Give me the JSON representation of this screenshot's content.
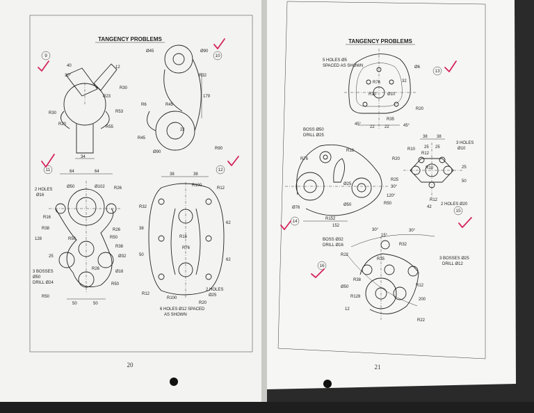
{
  "left_page": {
    "heading": "TANGENCY PROBLEMS",
    "page_number": "20",
    "problems": [
      {
        "number": "9",
        "labels": [
          "40",
          "12",
          "30°",
          "R30",
          "R23",
          "R53",
          "R30",
          "R20",
          "R55",
          "34"
        ]
      },
      {
        "number": "10",
        "labels": [
          "Ø45",
          "Ø90",
          "R32",
          "R6",
          "R45",
          "179",
          "22",
          "R45",
          "Ø90",
          "R90"
        ]
      },
      {
        "number": "11",
        "labels": [
          "64",
          "64",
          "Ø50",
          "Ø102",
          "R26",
          "2 HOLES",
          "Ø16",
          "R16",
          "R38",
          "128",
          "R26",
          "R50",
          "R50",
          "R38",
          "Ø32",
          "25",
          "R26",
          "Ø16",
          "3 BOSSES",
          "Ø50",
          "DRILL Ø24",
          "R50",
          "R50",
          "50",
          "50"
        ]
      },
      {
        "number": "12",
        "labels": [
          "38",
          "38",
          "R100",
          "R12",
          "R32",
          "38",
          "R16",
          "62",
          "R76",
          "50",
          "62",
          "R12",
          "R100",
          "2 HOLES",
          "Ø25",
          "R20",
          "6 HOLES Ø12 SPACED",
          "AS SHOWN"
        ]
      }
    ]
  },
  "right_page": {
    "heading": "TANGENCY PROBLEMS",
    "page_number": "21",
    "problems": [
      {
        "number": "13",
        "labels": [
          "5 HOLES Ø5",
          "SPACED AS SHOWN",
          "Ø6",
          "R76",
          "32",
          "R10",
          "Ø10",
          "R20",
          "R35",
          "45°",
          "22",
          "22",
          "45°"
        ]
      },
      {
        "number": "14",
        "labels": [
          "BOSS Ø50",
          "DRILL Ø25",
          "R18",
          "R76",
          "R25",
          "Ø25",
          "30°",
          "120°",
          "R50",
          "Ø50",
          "R152",
          "152",
          "Ø76"
        ]
      },
      {
        "number": "15",
        "labels": [
          "38",
          "38",
          "R10",
          "25",
          "25",
          "3 HOLES",
          "Ø10",
          "R20",
          "R12",
          "25",
          "R10",
          "50",
          "R12",
          "42",
          "2 HOLES Ø20"
        ]
      },
      {
        "number": "16",
        "labels": [
          "30°",
          "30°",
          "15°",
          "BOSS Ø32",
          "DRILL Ø16",
          "R32",
          "R22",
          "R35",
          "3 BOSSES Ø25",
          "DRILL Ø12",
          "R38",
          "R12",
          "Ø50",
          "R128",
          "200",
          "12",
          "R22"
        ]
      }
    ]
  },
  "colors": {
    "paper": "#f4f4f2",
    "ink": "#222222",
    "check_mark": "#d4245a",
    "background": "#2a2a2a"
  }
}
